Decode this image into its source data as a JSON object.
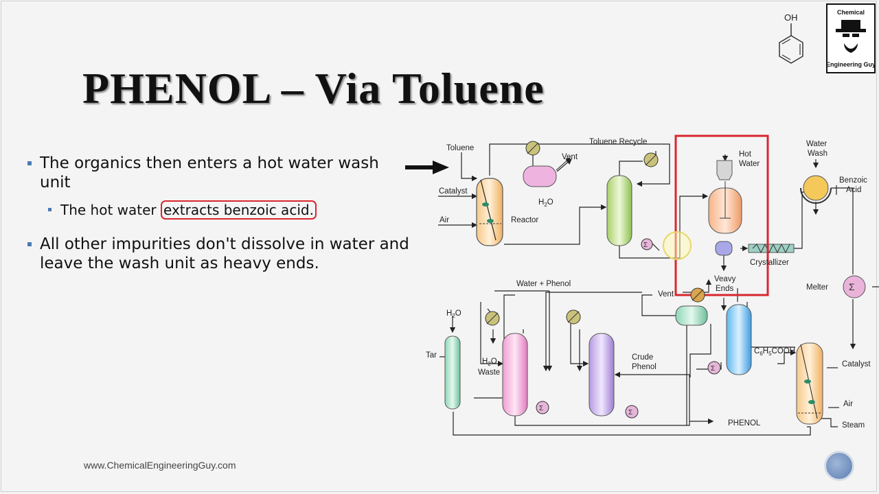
{
  "slide": {
    "title": "PHENOL – Via Toluene",
    "bullets": [
      {
        "text": "The organics then enters a hot water wash unit",
        "sub": {
          "before": "The hot water ",
          "highlight": "extracts benzoic acid."
        }
      },
      {
        "text": "All other impurities don't dissolve in water and leave the wash unit as heavy ends."
      }
    ],
    "footer": "www.ChemicalEngineeringGuy.com"
  },
  "logo": {
    "top": "Chemical",
    "bottom": "Engineering Guy"
  },
  "molecule": {
    "label": "OH"
  },
  "diagram": {
    "labels": {
      "toluene": "Toluene",
      "catalyst1": "Catalyst",
      "air1": "Air",
      "reactor": "Reactor",
      "vent1": "Vent",
      "h2o1_main": "H",
      "h2o1_sub": "2",
      "h2o1_end": "O",
      "toluene_recycle": "Toluene Recycle",
      "hot_water_1": "Hot",
      "hot_water_2": "Water",
      "veavy": "Veavy",
      "ends": "Ends",
      "crystallizer": "Crystallizer",
      "water_wash_1": "Water",
      "water_wash_2": "Wash",
      "benzoic_1": "Benzoic",
      "benzoic_2": "Acid",
      "melter": "Melter",
      "catalyst2": "Catalyst",
      "air2": "Air",
      "steam": "Steam",
      "c6h5cooh_a": "C",
      "c6h5cooh_b": "6",
      "c6h5cooh_c": "H",
      "c6h5cooh_d": "5",
      "c6h5cooh_e": "COOH",
      "vent2": "Vent",
      "water_phenol": "Water + Phenol",
      "crude_1": "Crude",
      "crude_2": "Phenol",
      "phenol": "PHENOL",
      "h2o2_a": "H",
      "h2o2_b": "2",
      "h2o2_c": "O",
      "waste": "Waste",
      "h2o3_a": "H",
      "h2o3_b": "2",
      "h2o3_c": "O",
      "tar": "Tar"
    }
  }
}
